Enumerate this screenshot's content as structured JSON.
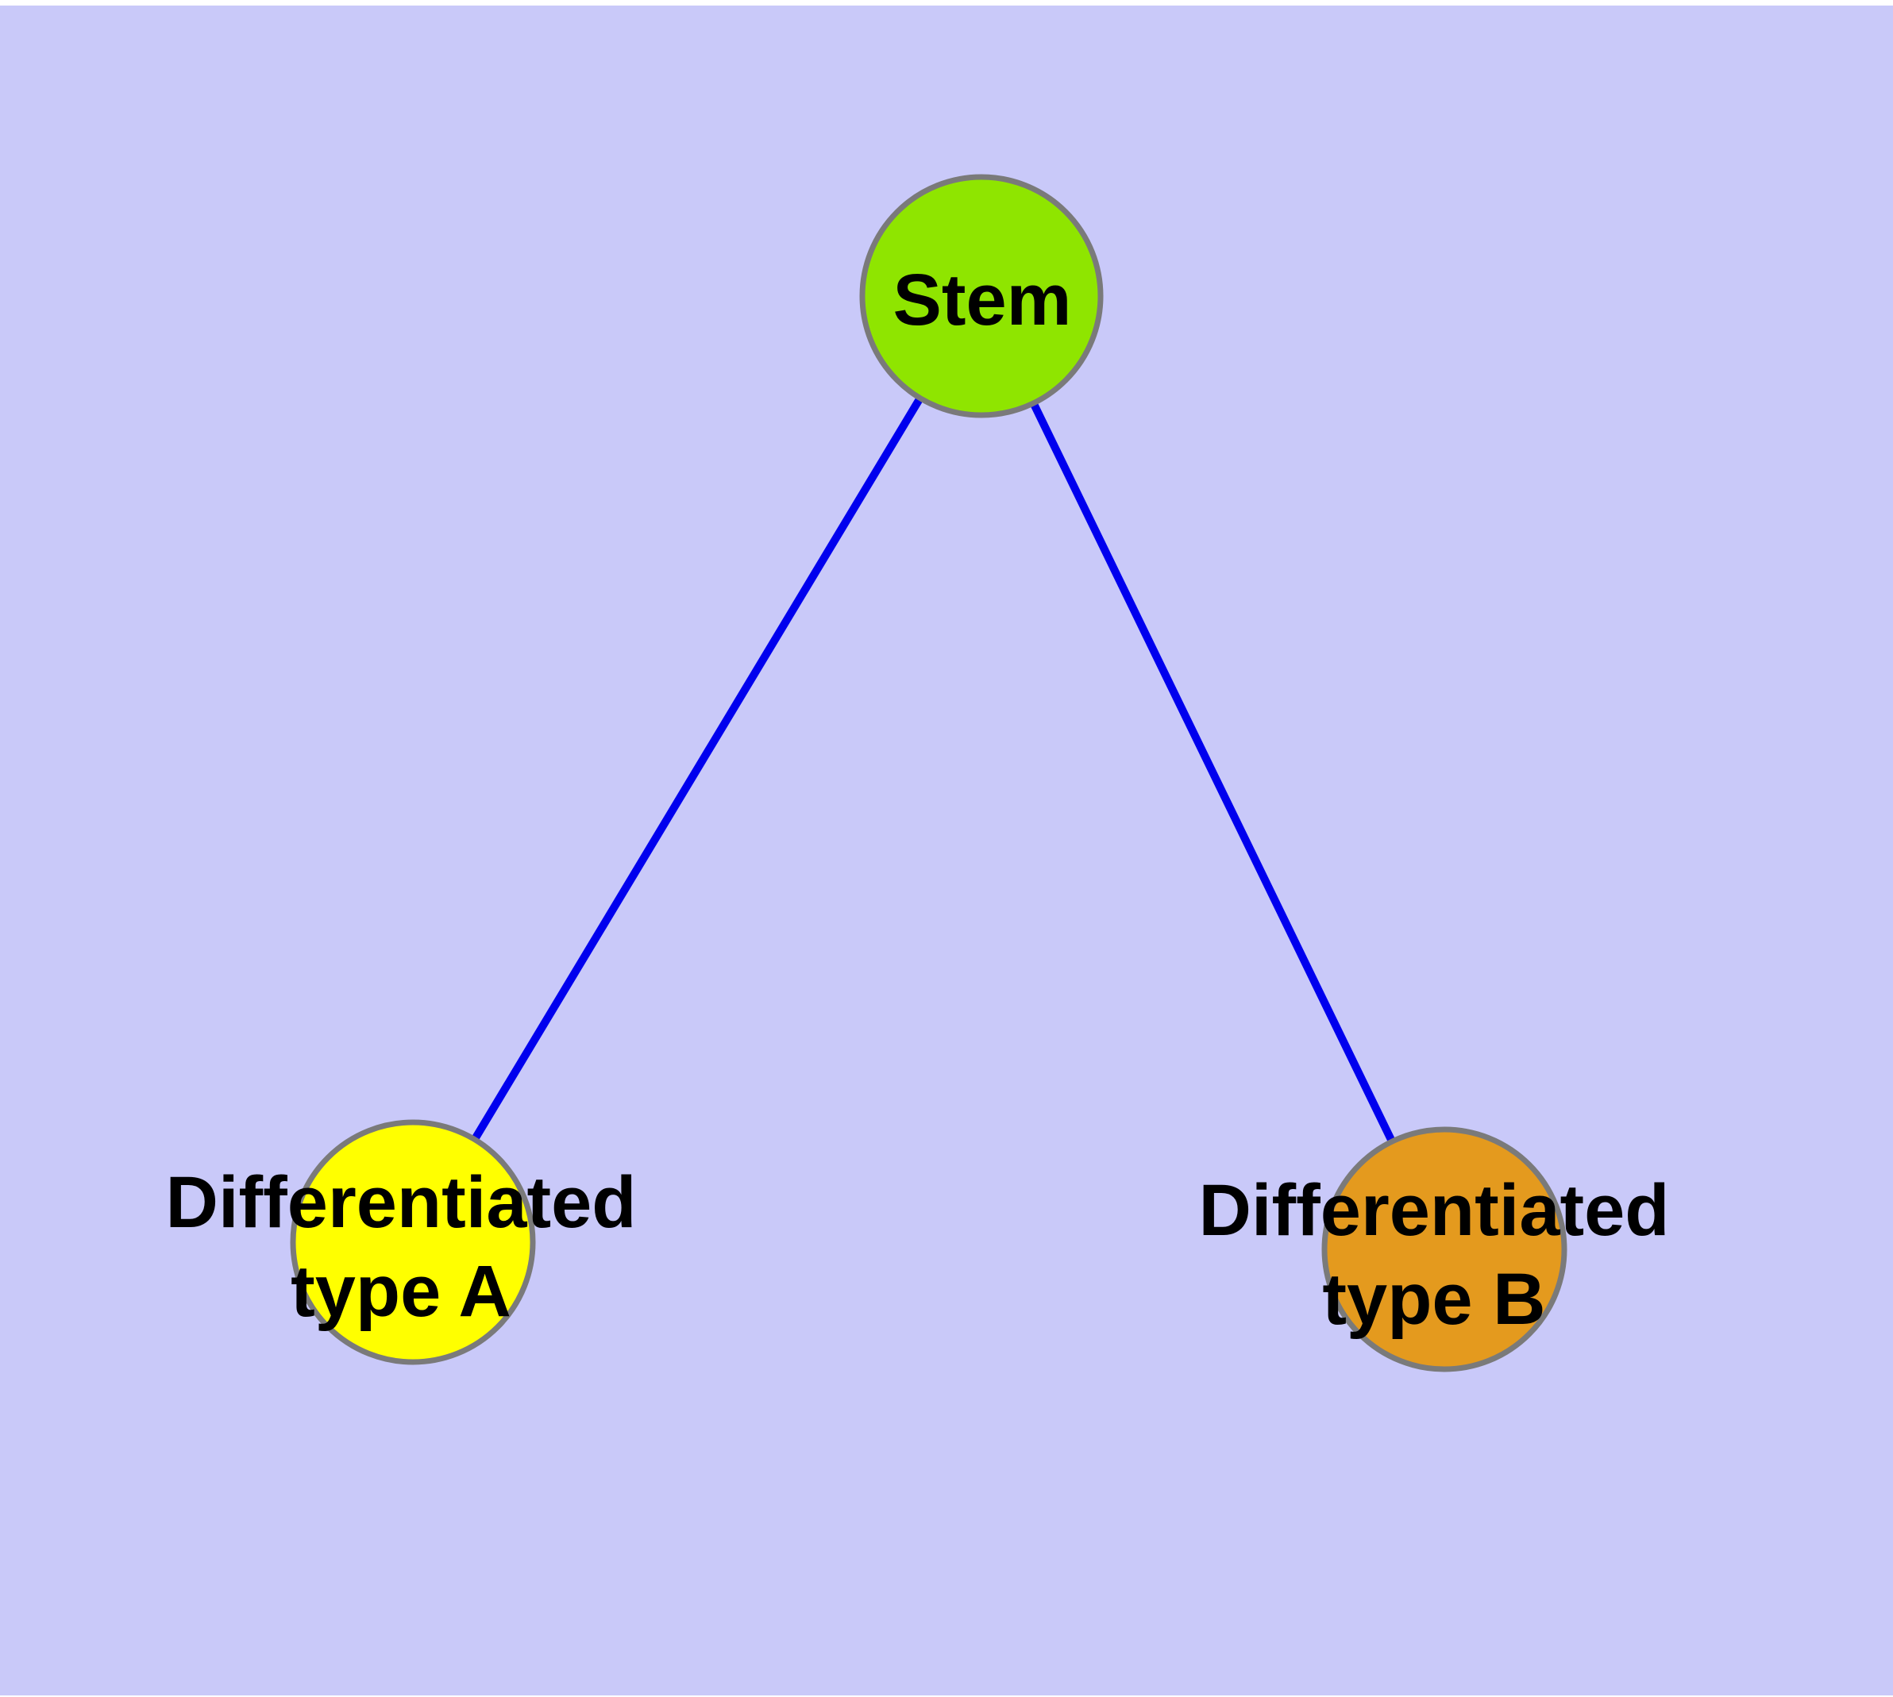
{
  "diagram": {
    "background": "#C9C9F9",
    "frame_color": "#FFFFFF",
    "edge_color": "#0000EE",
    "node_border_color": "#7A7A7A",
    "label_color": "#000000",
    "nodes": {
      "stem": {
        "label": "Stem",
        "fill": "#8FE500"
      },
      "typeA": {
        "line1": "Differentiated",
        "line2": "type A",
        "fill": "#FFFF00"
      },
      "typeB": {
        "line1": "Differentiated",
        "line2": "type B",
        "fill": "#E49A1E"
      }
    },
    "edges": [
      {
        "from": "Stem",
        "to": "Differentiated type A"
      },
      {
        "from": "Stem",
        "to": "Differentiated type B"
      }
    ]
  }
}
